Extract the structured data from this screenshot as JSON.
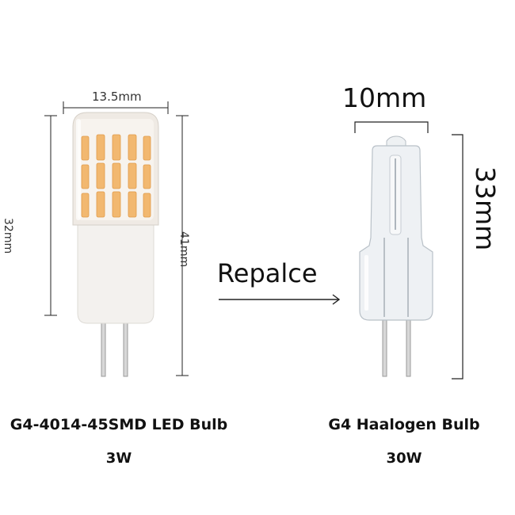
{
  "led": {
    "width_label": "13.5mm",
    "body_height_label": "32mm",
    "total_height_label": "41mm",
    "name": "G4-4014-45SMD LED Bulb",
    "power": "3W"
  },
  "replace_label": "Repalce",
  "halogen": {
    "width_label": "10mm",
    "height_label": "33mm",
    "name": "G4 Haalogen Bulb",
    "power": "30W"
  },
  "colors": {
    "led_chip": "#f2b870",
    "led_body": "#f4f1ec",
    "glass": "#e8ecf0",
    "dim_line": "#222222"
  }
}
